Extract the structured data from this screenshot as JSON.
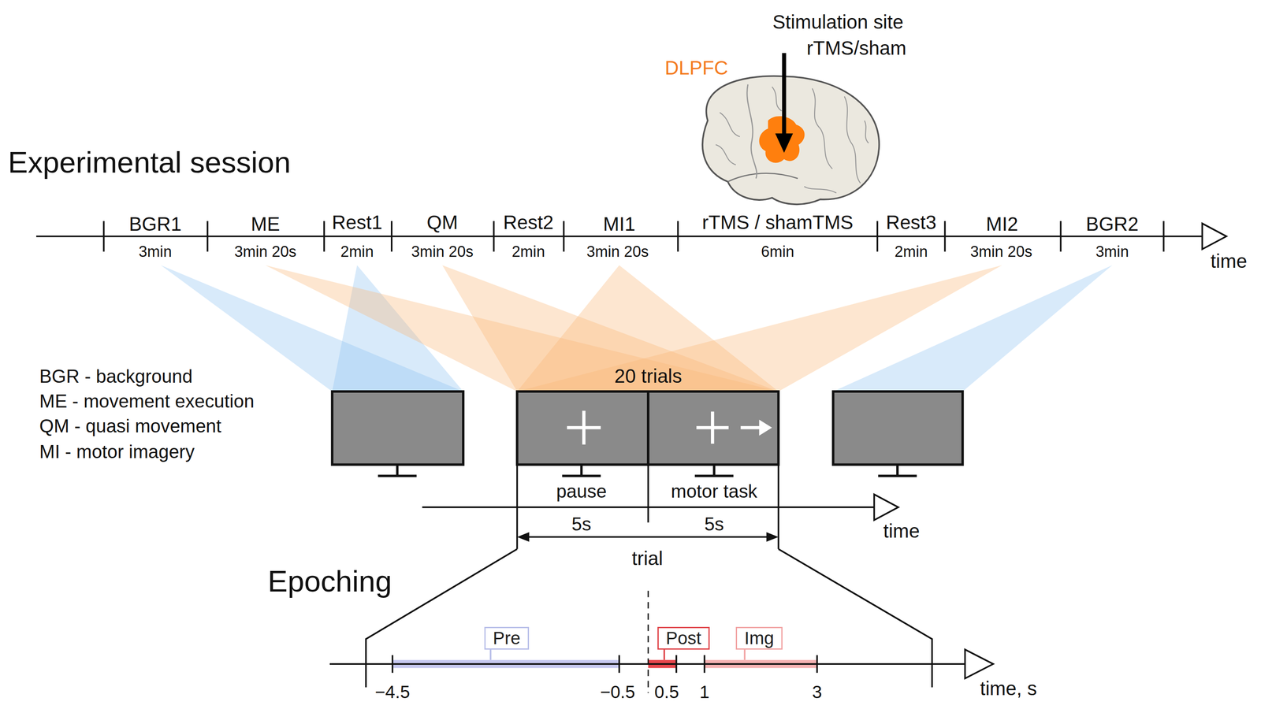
{
  "diagram": {
    "nodes": [
      {
        "text": [
          "Pre"
        ]
      },
      {
        "text": [
          "Post"
        ]
      },
      {
        "text": [
          "Img"
        ]
      }
    ],
    "labels": [
      "Stimulation site",
      "rTMS/sham",
      "DLPFC",
      "Experimental session",
      "BGR1",
      "3min",
      "ME",
      "3min 20s",
      "Rest1",
      "2min",
      "QM",
      "3min 20s",
      "Rest2",
      "2min",
      "MI1",
      "3min 20s",
      "rTMS / shamTMS",
      "6min",
      "Rest3",
      "2min",
      "MI2",
      "3min 20s",
      "BGR2",
      "3min",
      "time",
      "BGR - background",
      "ME - movement execution",
      "QM - quasi movement",
      "MI - motor imagery",
      "20 trials",
      "pause",
      "motor task",
      "5s",
      "5s",
      "time",
      "trial",
      "Epoching",
      "−4.5",
      "−0.5",
      "0.5",
      "1",
      "3",
      "time, s"
    ]
  }
}
